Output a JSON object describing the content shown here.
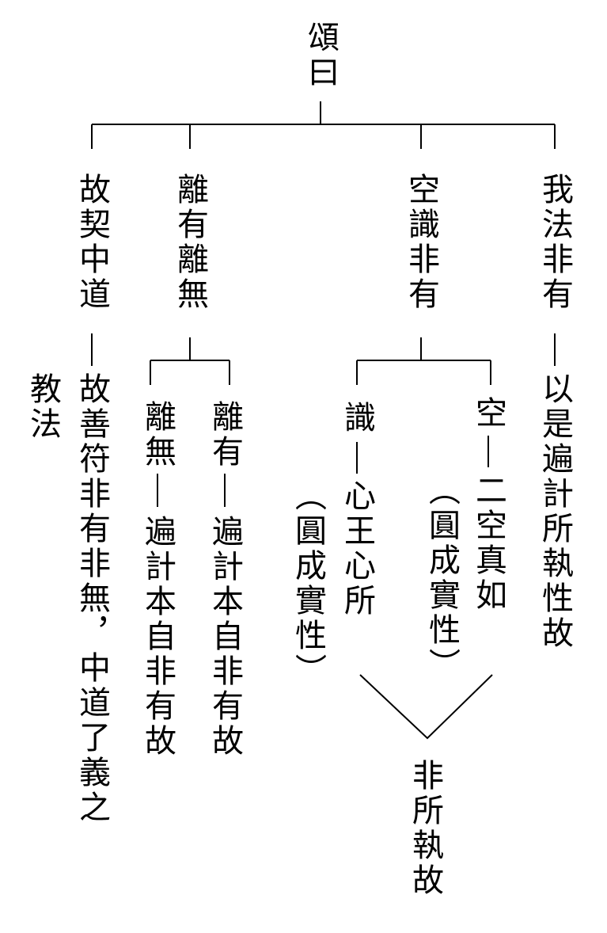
{
  "root": "頌曰",
  "branches": [
    {
      "title": "故契中道",
      "explanation": "故善符非有非無，中道了義之",
      "note": "教法"
    },
    {
      "title": "離有離無",
      "children": [
        {
          "label": "離無",
          "explanation": "遍計本自非有故"
        },
        {
          "label": "離有",
          "explanation": "遍計本自非有故"
        }
      ]
    },
    {
      "title": "空識非有",
      "children": [
        {
          "label": "識",
          "explanation": "心王心所",
          "note": "（圓成實性）"
        },
        {
          "label": "空",
          "explanation": "二空真如",
          "note": "（圓成實性）"
        }
      ],
      "merge_conclusion": "非所執故"
    },
    {
      "title": "我法非有",
      "explanation": "以是遍計所執性故"
    }
  ]
}
